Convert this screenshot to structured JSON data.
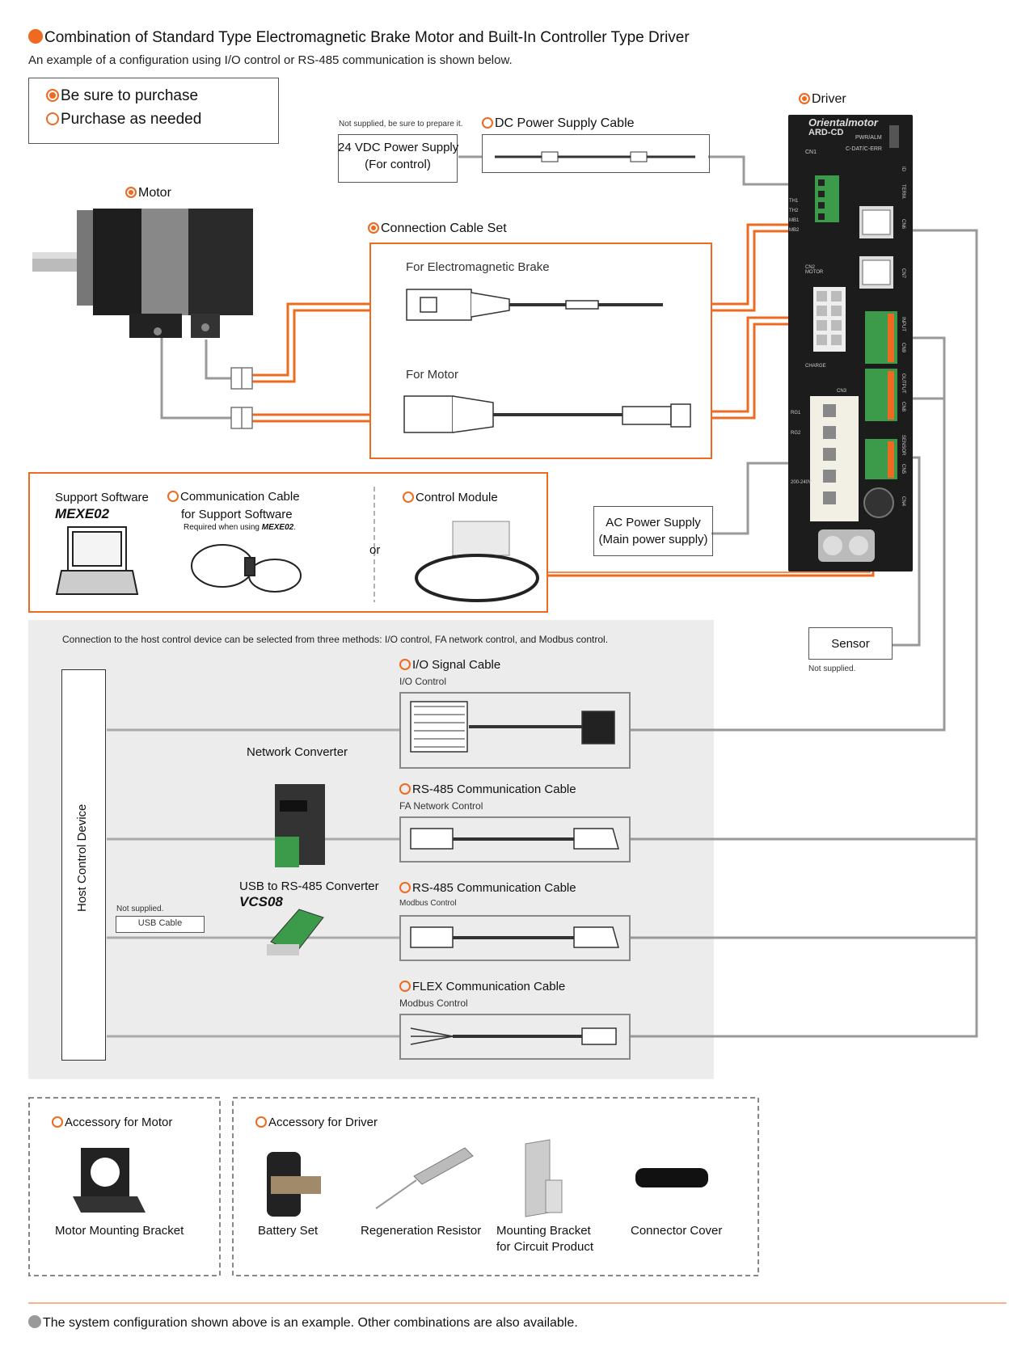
{
  "header": {
    "title": "Combination of Standard Type Electromagnetic Brake Motor and Built-In Controller Type Driver",
    "subtitle": "An example of a configuration using I/O control or RS-485 communication is shown below."
  },
  "legend": {
    "purchase": "Be sure to purchase",
    "as_needed": "Purchase as needed"
  },
  "colors": {
    "accent": "#ee6a21",
    "gray_line": "#999999",
    "panel": "#ececec"
  },
  "motor": {
    "label": "Motor"
  },
  "driver": {
    "label": "Driver",
    "brand": "Orientalmotor",
    "model": "ARD-CD",
    "pwr": "PWR/ALM",
    "cdat": "C-DAT/C-ERR",
    "cn1": "CN1",
    "cn2": "CN2 MOTOR",
    "cn3": "CN3",
    "charge": "CHARGE",
    "th1": "TH1",
    "th2": "TH2",
    "mb1": "MB1",
    "mb2": "MB2",
    "rg1": "RG1",
    "rg2": "RG2",
    "ac": "200-240V",
    "term": "TERM.",
    "id": "ID",
    "cn6": "CN6",
    "cn7": "CN7",
    "cn8": "CN8",
    "cn9": "CN9",
    "cn4": "CN4",
    "cn5": "CN5",
    "input": "INPUT",
    "output": "OUTPUT",
    "sensor": "SENSOR"
  },
  "dc_supply": {
    "note": "Not supplied, be sure to prepare it.",
    "line1": "24 VDC Power Supply",
    "line2": "(For control)"
  },
  "dc_cable": {
    "label": "DC Power Supply Cable"
  },
  "cable_set": {
    "label": "Connection Cable Set",
    "brake": "For Electromagnetic Brake",
    "motor": "For Motor"
  },
  "support": {
    "software_line1": "Support Software",
    "software_line2": "MEXE02",
    "comm_line1": "Communication Cable",
    "comm_line2": "for Support Software",
    "comm_note_a": "Required when using ",
    "comm_note_b": "MEXE02",
    "comm_note_c": ".",
    "or": "or",
    "control_module": "Control Module"
  },
  "ac_supply": {
    "line1": "AC Power Supply",
    "line2": "(Main power supply)"
  },
  "sensor": {
    "label": "Sensor",
    "note": "Not supplied."
  },
  "host": {
    "note": "Connection to the host control device can be selected from three methods: I/O control, FA network control, and Modbus control.",
    "device": "Host Control Device",
    "network_converter": "Network Converter",
    "usb_line1": "USB to RS-485 Converter",
    "usb_line2": "VCS08",
    "usb_note": "Not supplied.",
    "usb_cable": "USB Cable",
    "io_cable": "I/O Signal Cable",
    "io_sub": "I/O Control",
    "rs485_a": "RS-485 Communication Cable",
    "rs485_a_sub": "FA Network Control",
    "rs485_b": "RS-485 Communication Cable",
    "rs485_b_sub": "Modbus Control",
    "flex": "FLEX Communication Cable",
    "flex_sub": "Modbus Control"
  },
  "accessories": {
    "motor_title": "Accessory for Motor",
    "motor_bracket": "Motor Mounting Bracket",
    "driver_title": "Accessory for Driver",
    "battery": "Battery Set",
    "regen": "Regeneration Resistor",
    "mount_line1": "Mounting Bracket",
    "mount_line2": "for Circuit Product",
    "cover": "Connector Cover"
  },
  "footer": {
    "note": "The system configuration shown above is an example. Other combinations are also available."
  }
}
